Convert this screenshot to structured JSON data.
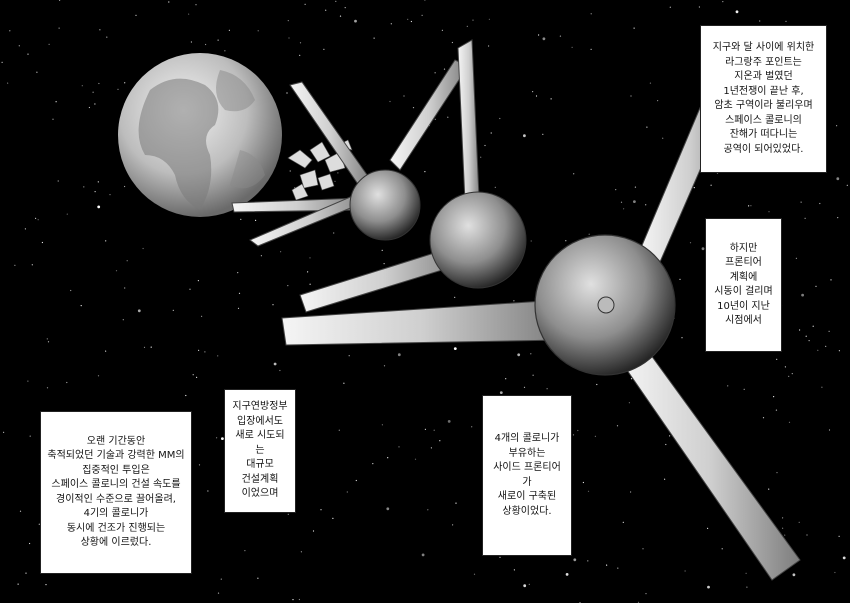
{
  "captions": {
    "c1": "지구와 달 사이에 위치한\n라그랑주 포인트는\n지온과 벌였던\n1년전쟁이 끝난 후,\n암초 구역이라 불리우며\n스페이스 콜로니의\n잔해가 떠다니는\n공역이 되어있었다.",
    "c2": "하지만\n프론티어\n계획에\n시동이 걸리며\n10년이 지난\n시점에서",
    "c3": "지구연방정부\n입장에서도\n새로 시도되는\n대규모\n건설계획\n이었으며",
    "c4": "4개의 콜로니가\n부유하는\n사이드 프론티어가\n새로이 구축된\n상황이었다.",
    "c5": "오랜 기간동안\n축적되었던 기술과 강력한 MM의\n집중적인 투입은\n스페이스 콜로니의 건설 속도를\n경이적인 수준으로 끌어올려,\n4기의 콜로니가\n동시에 건조가 진행되는\n상황에 이르렀다."
  },
  "colors": {
    "space": "#000000",
    "caption_bg": "#ffffff",
    "caption_border": "#222222"
  }
}
